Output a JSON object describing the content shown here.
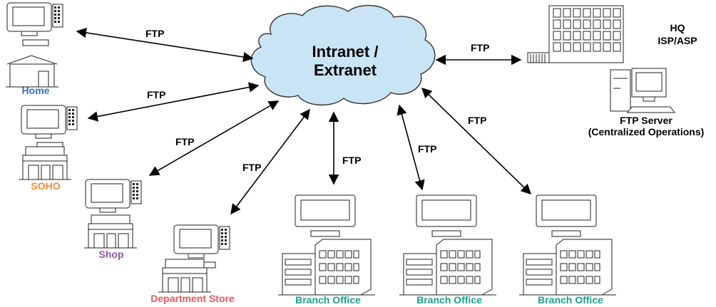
{
  "cloud": {
    "line1": "Intranet /",
    "line2": "Extranet"
  },
  "hq": {
    "line1": "HQ",
    "line2": "ISP/ASP"
  },
  "server": {
    "line1": "FTP Server",
    "line2": "(Centralized Operations)"
  },
  "sites": {
    "home": {
      "label": "Home",
      "color": "#3c6db4"
    },
    "soho": {
      "label": "SOHO",
      "color": "#f08a3a"
    },
    "shop": {
      "label": "Shop",
      "color": "#8a5aa8"
    },
    "dept": {
      "label": "Department Store",
      "color": "#e35a5a"
    },
    "branch1": {
      "label": "Branch Office",
      "color": "#1aa38a"
    },
    "branch2": {
      "label": "Branch Office",
      "color": "#1aa38a"
    },
    "branch3": {
      "label": "Branch Office",
      "color": "#1aa38a"
    }
  },
  "links": {
    "home": "FTP",
    "soho": "FTP",
    "shop": "FTP",
    "dept": "FTP",
    "branch1": "FTP",
    "branch2": "FTP",
    "branch3": "FTP",
    "hq": "FTP"
  },
  "colors": {
    "cloud_fill": "#c9e4f4",
    "cloud_stroke": "#333333"
  }
}
